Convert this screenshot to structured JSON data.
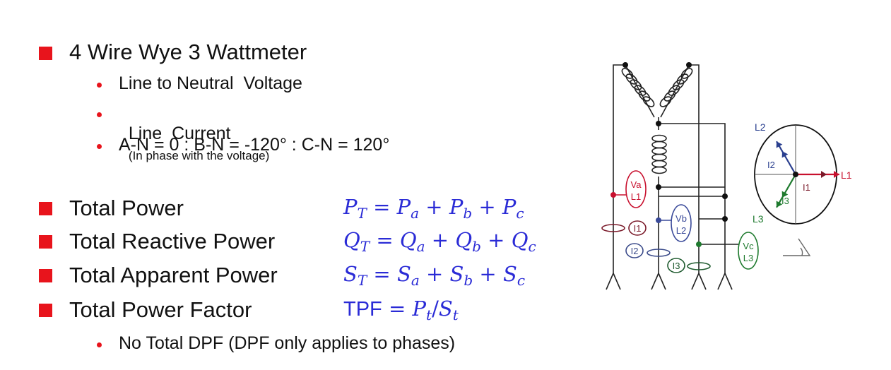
{
  "heading": {
    "title": "4 Wire Wye 3 Wattmeter",
    "bullets": [
      {
        "text": "Line to Neutral  Voltage",
        "note": ""
      },
      {
        "text": "Line  Current",
        "note": "(In phase with the voltage)"
      },
      {
        "text": "A-N = 0 : B-N = -120° : C-N = 120°",
        "note": ""
      }
    ]
  },
  "formulas": [
    {
      "label": "Total Power",
      "lhs": "P",
      "lhs_sub": "T",
      "terms": [
        {
          "v": "P",
          "s": "a"
        },
        {
          "v": "P",
          "s": "b"
        },
        {
          "v": "P",
          "s": "c"
        }
      ]
    },
    {
      "label": "Total Reactive Power",
      "lhs": "Q",
      "lhs_sub": "T",
      "terms": [
        {
          "v": "Q",
          "s": "a"
        },
        {
          "v": "Q",
          "s": "b"
        },
        {
          "v": "Q",
          "s": "c"
        }
      ]
    },
    {
      "label": "Total Apparent Power",
      "lhs": "S",
      "lhs_sub": "T",
      "terms": [
        {
          "v": "S",
          "s": "a"
        },
        {
          "v": "S",
          "s": "b"
        },
        {
          "v": "S",
          "s": "c"
        }
      ]
    },
    {
      "label": "Total Power Factor",
      "lhs": "TPF",
      "lhs_sub": "",
      "ratio": {
        "num": "P",
        "num_sub": "t",
        "den": "S",
        "den_sub": "t"
      }
    }
  ],
  "footnote": "No Total DPF (DPF only applies to phases)",
  "diagram": {
    "meters": [
      {
        "id": "va",
        "line1": "Va",
        "line2": "L1",
        "color": "#c8102e"
      },
      {
        "id": "vb",
        "line1": "Vb",
        "line2": "L2",
        "color": "#3a4a9a"
      },
      {
        "id": "vc",
        "line1": "Vc",
        "line2": "L3",
        "color": "#1e7a2e"
      }
    ],
    "clamps": [
      {
        "id": "i1",
        "label": "I1",
        "color": "#7a1a2a"
      },
      {
        "id": "i2",
        "label": "I2",
        "color": "#3a4a8a"
      },
      {
        "id": "i3",
        "label": "I3",
        "color": "#1e5a2e"
      }
    ],
    "phasor": {
      "vectors": [
        {
          "id": "l1",
          "label": "L1",
          "current": "I1",
          "angle_deg": 0,
          "color": "#c8102e"
        },
        {
          "id": "l2",
          "label": "L2",
          "current": "I2",
          "angle_deg": 120,
          "color": "#2a3f8f"
        },
        {
          "id": "l3",
          "label": "L3",
          "current": "I3",
          "angle_deg": -120,
          "color": "#1e7a2e"
        }
      ]
    }
  },
  "colors": {
    "bullet": "#e8141c",
    "formula": "#2a2bd6"
  }
}
